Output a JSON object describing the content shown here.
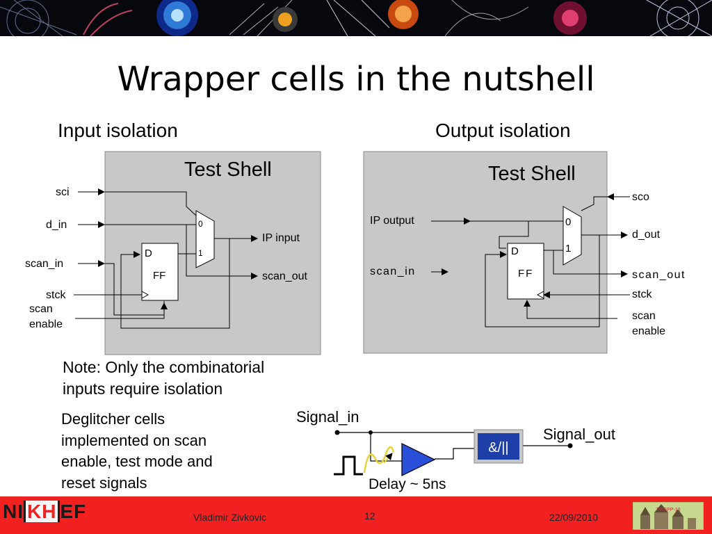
{
  "slide": {
    "title": "Wrapper cells in the nutshell"
  },
  "input_isolation": {
    "heading": "Input  isolation",
    "shell_label": "Test Shell",
    "mux_in0": "0",
    "mux_in1": "1",
    "ff_d": "D",
    "ff_name": "FF",
    "sig_sci": "sci",
    "sig_d_in": "d_in",
    "sig_scan_in": "scan_in",
    "sig_stck": "stck",
    "sig_scan_enable_1": "scan",
    "sig_scan_enable_2": "enable",
    "out_ip_input": "IP input",
    "out_scan_out": "scan_out"
  },
  "output_isolation": {
    "heading": "Output  isolation",
    "shell_label": "Test Shell",
    "mux_in0": "0",
    "mux_in1": "1",
    "ff_d": "D",
    "ff_name": "FF",
    "sig_ip_output": "IP output",
    "sig_scan_in": "scan_in",
    "out_sco": "sco",
    "out_d_out": "d_out",
    "out_scan_out": "scan_out",
    "sig_stck": "stck",
    "sig_scan_enable_1": "scan",
    "sig_scan_enable_2": "enable"
  },
  "note": {
    "line1": "Note: Only the combinatorial",
    "line2": "inputs require isolation"
  },
  "deglitcher": {
    "line1": "Deglitcher cells",
    "line2": "implemented on scan",
    "line3": "enable, test mode and",
    "line4": "reset signals",
    "signal_in": "Signal_in",
    "signal_out": "Signal_out",
    "gate_label": "&/||",
    "delay_label": "Delay ~ 5ns"
  },
  "footer": {
    "logo_left": "NI",
    "logo_mid": "KH",
    "logo_right": "EF",
    "author": "Vladimir Zivkovic",
    "page": "12",
    "date": "22/09/2010",
    "conf": "TWEPP-10"
  },
  "colors": {
    "shell_fill": "#c8c8c8",
    "footer_red": "#f22121",
    "buffer_blue": "#2a4fd8",
    "gate_blue": "#1f3fa8",
    "glitch_yellow": "#e6d23a"
  }
}
